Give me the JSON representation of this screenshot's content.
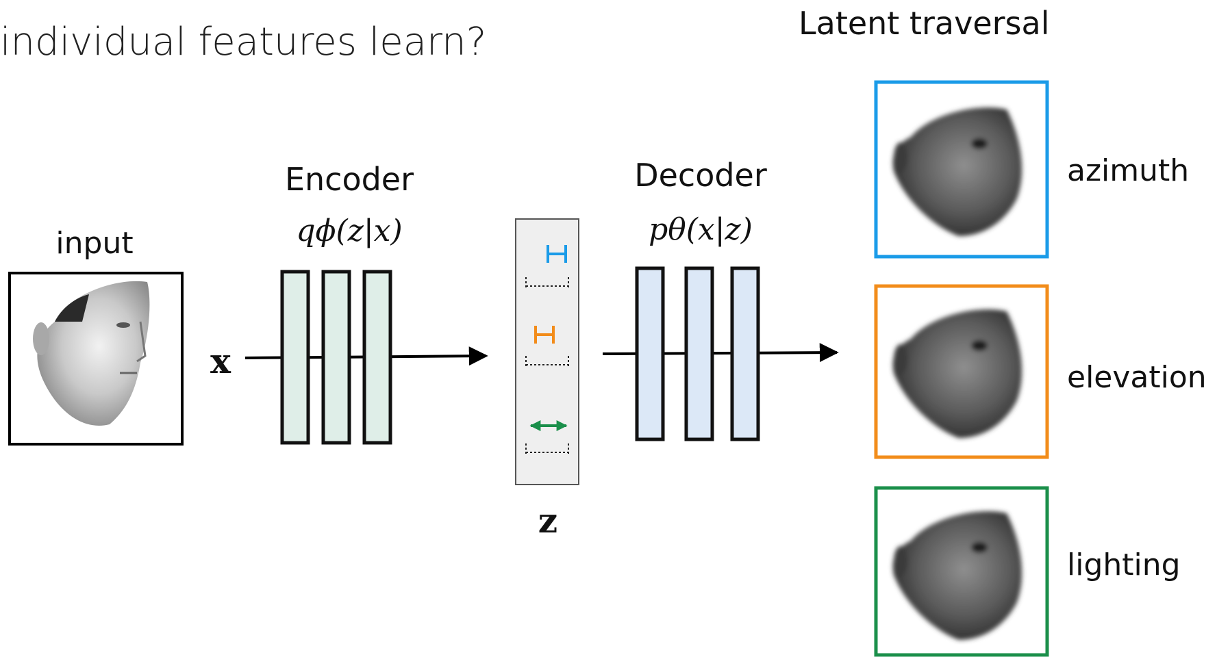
{
  "slide": {
    "question_fragment": "individual features learn?",
    "traversal_title": "Latent traversal"
  },
  "input_image": {
    "label": "input",
    "icon": "face-photo-icon"
  },
  "x_symbol": "x",
  "encoder": {
    "label": "Encoder",
    "formula": "qϕ(z|x)",
    "color": "#dfeee8"
  },
  "latent": {
    "symbol": "z",
    "markers": [
      {
        "kind": "narrow-interval",
        "color": "#1a9be8"
      },
      {
        "kind": "narrow-interval",
        "color": "#f28c1a"
      },
      {
        "kind": "wide-arrow",
        "color": "#1a8f4a"
      }
    ]
  },
  "decoder": {
    "label": "Decoder",
    "formula": "pθ(x|z)",
    "color": "#dce8f7"
  },
  "traversals": [
    {
      "label": "azimuth",
      "border_color": "#1a9be8",
      "icon": "face-reconstruction-icon"
    },
    {
      "label": "elevation",
      "border_color": "#f28c1a",
      "icon": "face-reconstruction-icon"
    },
    {
      "label": "lighting",
      "border_color": "#1a8f4a",
      "icon": "face-reconstruction-icon"
    }
  ]
}
